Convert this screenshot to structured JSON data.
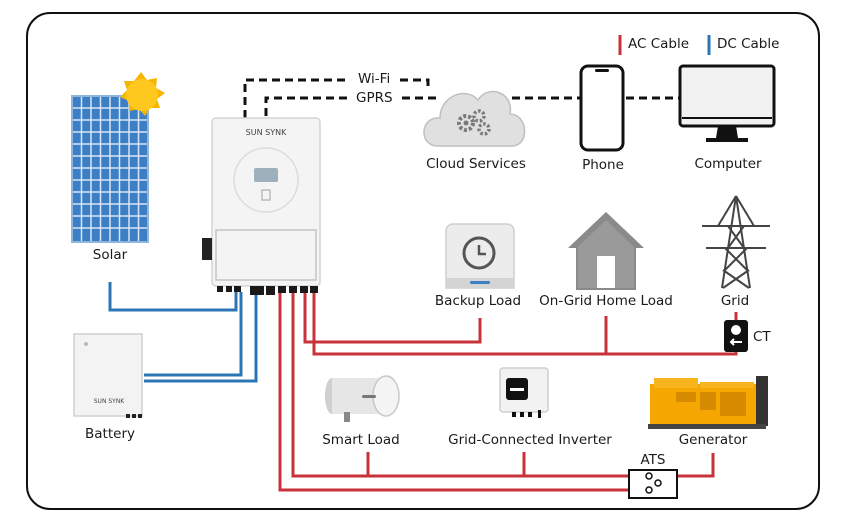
{
  "legend": {
    "ac_label": "AC Cable",
    "dc_label": "DC Cable",
    "ac_color": "#c8323a",
    "dc_color": "#2b74b5"
  },
  "comms": {
    "wifi": "Wi-Fi",
    "gprs": "GPRS"
  },
  "inverter_brand": "SUN SYNK",
  "battery_brand": "SUN SYNK",
  "labels": {
    "solar": "Solar",
    "battery": "Battery",
    "cloud": "Cloud Services",
    "phone": "Phone",
    "computer": "Computer",
    "backup_load": "Backup Load",
    "home_load": "On-Grid Home Load",
    "grid": "Grid",
    "ct": "CT",
    "smart_load": "Smart Load",
    "grid_inverter": "Grid-Connected Inverter",
    "generator": "Generator",
    "ats": "ATS"
  },
  "icons": [
    "solar-panel-icon",
    "sun-icon",
    "inverter-icon",
    "battery-icon",
    "cloud-gears-icon",
    "phone-icon",
    "computer-icon",
    "backup-load-icon",
    "home-icon",
    "pylon-icon",
    "ct-clamp-icon",
    "smart-load-icon",
    "grid-inverter-icon",
    "generator-icon",
    "ats-switch-icon"
  ]
}
